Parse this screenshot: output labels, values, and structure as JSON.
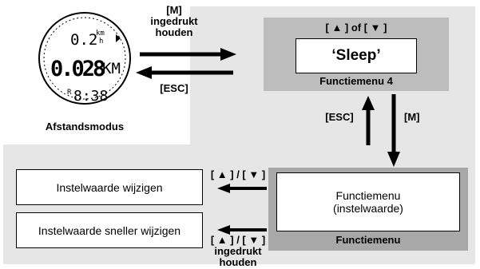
{
  "distance_mode": {
    "speed_value": "0.2",
    "speed_unit_top": "km",
    "speed_unit_bottom": "h",
    "distance_value": "0.028",
    "distance_unit": "KM",
    "time_prefix": "R",
    "time_value": "8:38",
    "caption": "Afstandsmodus"
  },
  "top_arrows": {
    "forward_label_line1": "[M]",
    "forward_label_line2": "ingedrukt",
    "forward_label_line3": "houden",
    "back_label": "[ESC]"
  },
  "function_menu_4": {
    "keys_label": "[ ▲ ] of [ ▼ ]",
    "box_text": "‘Sleep’",
    "caption": "Functiemenu 4"
  },
  "vertical_arrows": {
    "up_label": "[ESC]",
    "down_label": "[M]"
  },
  "function_menu": {
    "box_line1": "Functiemenu",
    "box_line2": "(instelwaarde)",
    "caption": "Functiemenu"
  },
  "left_actions": {
    "change_value": "Instelwaarde wijzigen",
    "change_value_fast": "Instelwaarde sneller wijzigen",
    "arrow1_label": "[ ▲ ] / [ ▼ ]",
    "arrow2_label_line1": "[ ▲ ] / [ ▼ ]",
    "arrow2_label_line2": "ingedrukt",
    "arrow2_label_line3": "houden"
  }
}
